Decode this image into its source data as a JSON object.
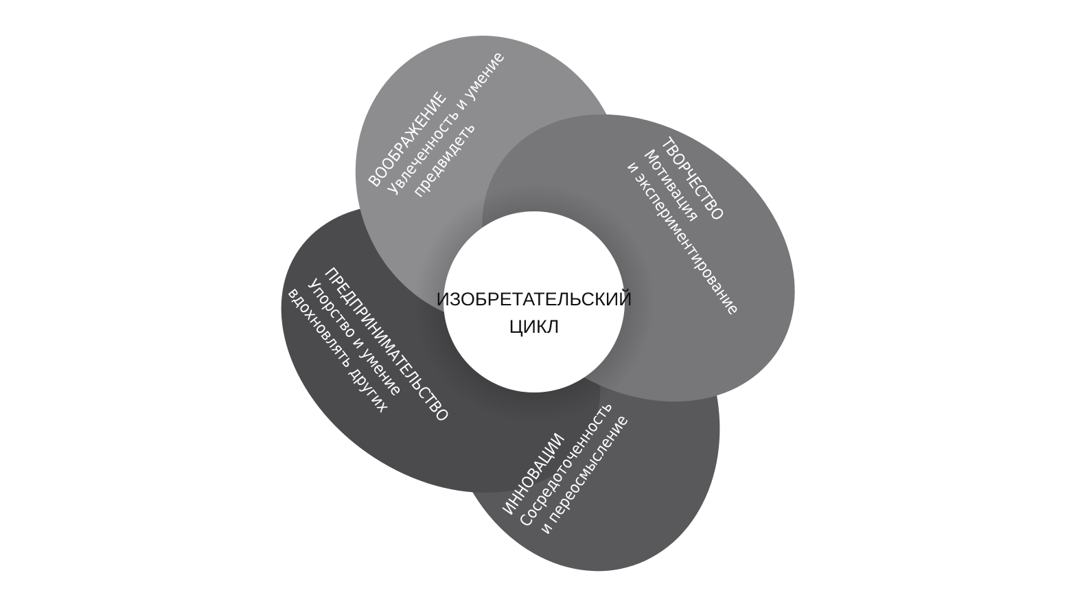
{
  "center": {
    "line1": "ИЗОБРЕТАТЕЛЬСКИЙ",
    "line2": "ЦИКЛ"
  },
  "petals": [
    {
      "title": "ВООБРАЖЕНИЕ",
      "line2": "Увлеченность и умение",
      "line3": "предвидеть",
      "color": "#8d8d8f"
    },
    {
      "title": "ТВОРЧЕСТВО",
      "line2": "Мотивация",
      "line3": "и экспериментирование",
      "color": "#77777a"
    },
    {
      "title": "ИННОВАЦИИ",
      "line2": "Сосредоточенность",
      "line3": "и переосмысление",
      "color": "#59595b"
    },
    {
      "title": "ПРЕДПРИНИМАТЕЛЬСТВО",
      "line2": "Упорство и умение",
      "line3": "вдохновлять других",
      "color": "#4b4b4d"
    }
  ]
}
